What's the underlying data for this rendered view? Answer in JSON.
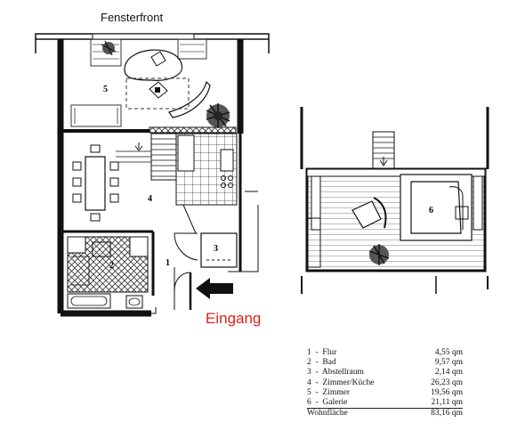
{
  "plan": {
    "top_label": "Fensterfront",
    "entrance_label": "Eingang",
    "entrance_color": "#e0201a",
    "rooms": {
      "r1": "1",
      "r2": "2",
      "r3": "3",
      "r4": "4",
      "r5": "5",
      "r6": "6"
    }
  },
  "legend": {
    "items": [
      {
        "label": "1  -  Flur",
        "area": "4,55 qm"
      },
      {
        "label": "2  -  Bad",
        "area": "9,57 qm"
      },
      {
        "label": "3  -  Abstellraum",
        "area": "2,14 qm"
      },
      {
        "label": "4  -  Zimmer/Küche",
        "area": "26,23 qm"
      },
      {
        "label": "5  -  Zimmer",
        "area": "19,56 qm"
      },
      {
        "label": "6  -  Galerie",
        "area": "21,11 qm"
      }
    ],
    "total": {
      "label": "Wohnfläche",
      "area": "83,16 qm"
    }
  }
}
